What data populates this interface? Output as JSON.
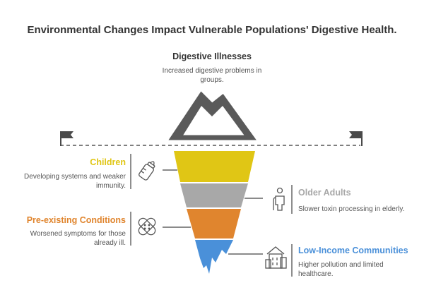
{
  "title": "Environmental Changes Impact Vulnerable Populations' Digestive Health.",
  "peak": {
    "title": "Digestive Illnesses",
    "description": "Increased digestive problems in groups."
  },
  "segments": [
    {
      "label": "Children",
      "description": "Developing systems and weaker immunity.",
      "color": "#E0C615",
      "icon": "baby-bottle-icon",
      "side": "left"
    },
    {
      "label": "Older Adults",
      "description": "Slower toxin processing in elderly.",
      "color": "#A8A8A8",
      "icon": "elderly-person-icon",
      "side": "right"
    },
    {
      "label": "Pre-existing Conditions",
      "description": "Worsened symptoms for those already ill.",
      "color": "#E0852E",
      "icon": "bandage-icon",
      "side": "left"
    },
    {
      "label": "Low-Income Communities",
      "description": "Higher pollution and limited healthcare.",
      "color": "#4A90D9",
      "icon": "neighborhood-icon",
      "side": "right"
    }
  ],
  "colors": {
    "mountain": "#5a5a5a",
    "text": "#333333",
    "flag": "#4a4a4a"
  }
}
